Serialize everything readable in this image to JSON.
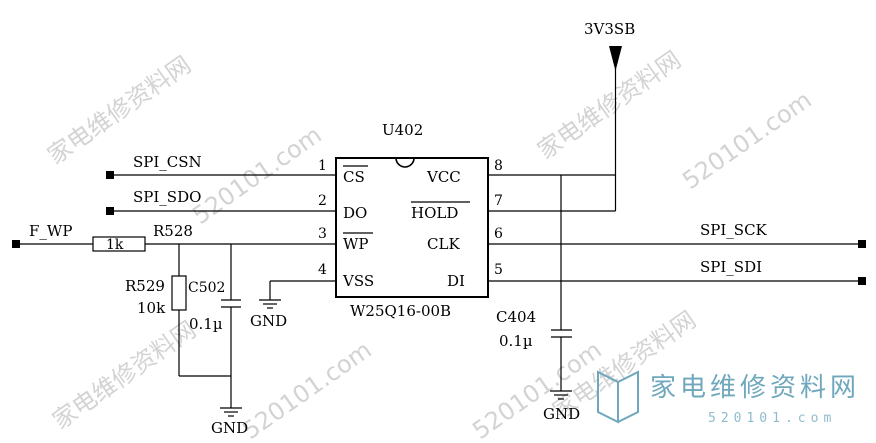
{
  "power": {
    "rail": "3V3SB"
  },
  "chip": {
    "designator": "U402",
    "part": "W25Q16-00B",
    "pins": [
      {
        "num": "1",
        "name": "CS"
      },
      {
        "num": "2",
        "name": "DO"
      },
      {
        "num": "3",
        "name": "WP"
      },
      {
        "num": "4",
        "name": "VSS"
      },
      {
        "num": "8",
        "name": "VCC"
      },
      {
        "num": "7",
        "name": "HOLD"
      },
      {
        "num": "6",
        "name": "CLK"
      },
      {
        "num": "5",
        "name": "DI"
      }
    ]
  },
  "nets": {
    "spi_csn": "SPI_CSN",
    "spi_sdo": "SPI_SDO",
    "f_wp": "F_WP",
    "spi_sck": "SPI_SCK",
    "spi_sdi": "SPI_SDI",
    "gnd": "GND"
  },
  "components": {
    "r528": {
      "ref": "R528",
      "value": "1k"
    },
    "r529": {
      "ref": "R529",
      "value": "10k"
    },
    "c502": {
      "ref": "C502",
      "value": "0.1µ"
    },
    "c404": {
      "ref": "C404",
      "value": "0.1µ"
    }
  },
  "watermark": {
    "cn": "家电维修资料网",
    "url": "520101.com",
    "logo_cn": "家电维修资料网",
    "logo_url": "520101.com"
  }
}
